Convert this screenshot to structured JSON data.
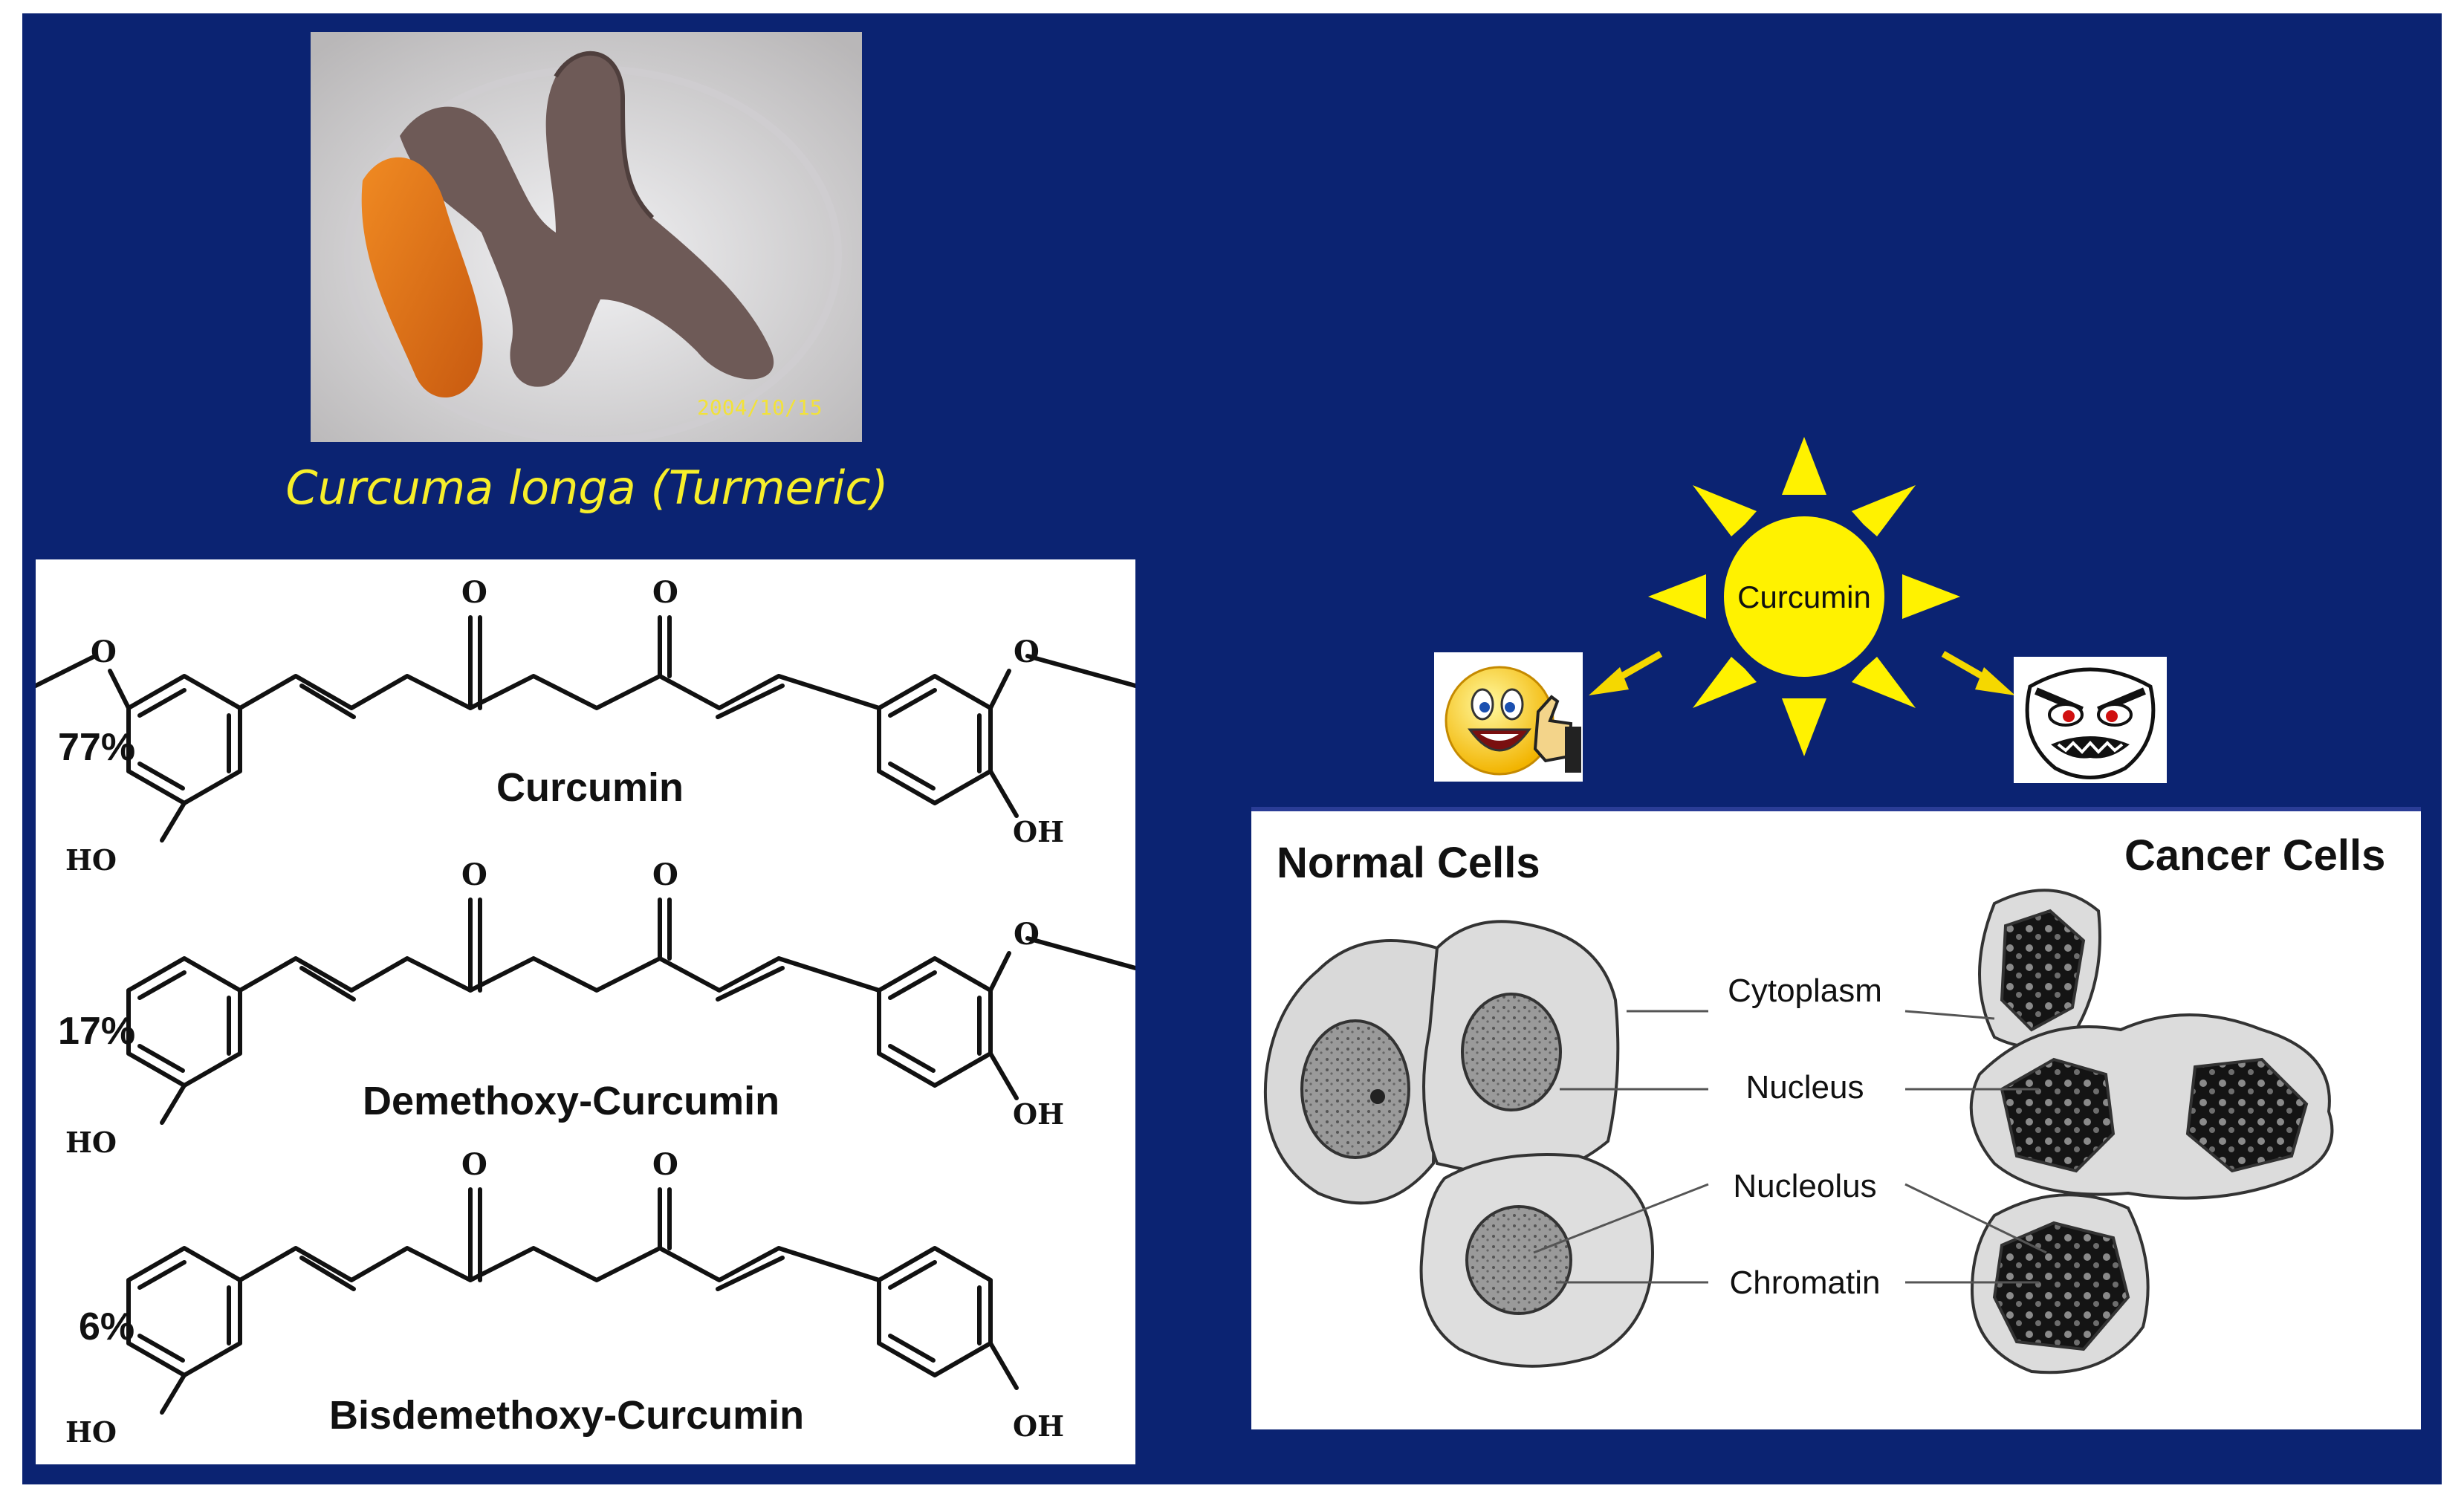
{
  "photo": {
    "date_stamp": "2004/10/15",
    "caption": "Curcuma longa (Turmeric)"
  },
  "structures": [
    {
      "name": "Curcumin",
      "percent": "77%",
      "left_group": "HO",
      "right_group": "OH",
      "oxo": [
        "O",
        "O"
      ]
    },
    {
      "name": "Demethoxy-Curcumin",
      "percent": "17%",
      "left_group": "HO",
      "right_group": "OH",
      "oxo": [
        "O",
        "O"
      ]
    },
    {
      "name": "Bisdemethoxy-Curcumin",
      "percent": "6%",
      "left_group": "HO",
      "right_group": "OH",
      "oxo": [
        "O",
        "O"
      ]
    }
  ],
  "methoxy_o": "O",
  "sun": {
    "label": "Curcumin",
    "color": "#fff200"
  },
  "emoji": {
    "happy": "happy-thumbs-up-icon",
    "angry": "angry-face-icon"
  },
  "cells": {
    "normal_title": "Normal Cells",
    "cancer_title": "Cancer Cells",
    "labels": [
      "Cytoplasm",
      "Nucleus",
      "Nucleolus",
      "Chromatin"
    ]
  },
  "colors": {
    "background": "#0b2372",
    "caption": "#f7ee2a",
    "arrow": "#f5d800"
  }
}
